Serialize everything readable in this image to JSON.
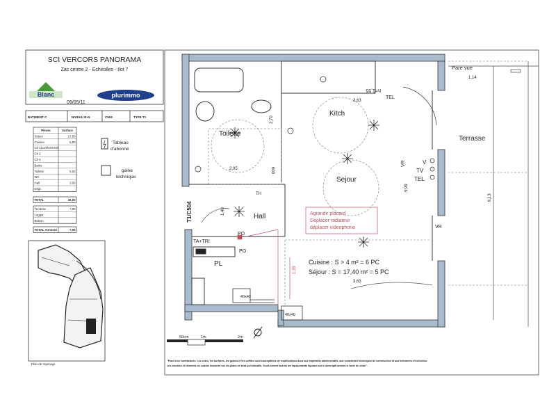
{
  "header": {
    "title": "SCI VERCORS PANORAMA",
    "subtitle": "Zac centre 2 - Echirolles - Ilot 7",
    "date": "09/05/11",
    "logo_left": "Blanc",
    "logo_right": "plurimmo"
  },
  "info_row": [
    "BATIMENT C",
    "NIVEAU R+5",
    "C504",
    "TYPE T1"
  ],
  "surface_table": {
    "headers": [
      "Pièces",
      "Surface"
    ],
    "rows": [
      [
        "Séjour",
        "17,50"
      ],
      [
        "Cuisine",
        "5,50"
      ],
      [
        "Ch 1(confinement)",
        ""
      ],
      [
        "Ch 2",
        ""
      ],
      [
        "Ch 3",
        ""
      ],
      [
        "Bains",
        ""
      ],
      [
        "Toilette",
        "5,50"
      ],
      [
        "WC",
        ""
      ],
      [
        "Hall",
        "3,50"
      ],
      [
        "Dégt.",
        ""
      ]
    ],
    "total_label": "TOTAL",
    "total_value": "32,00",
    "annex_rows": [
      [
        "Terrasse",
        "7,00"
      ],
      [
        "Loggia",
        ""
      ],
      [
        "Balcon",
        ""
      ]
    ],
    "annex_total_label": "TOTAL Annexes",
    "annex_total_value": "7,00"
  },
  "legend": {
    "tableau": [
      "Tableau",
      "d'abonné"
    ],
    "gaine": [
      "gaine",
      "technique"
    ]
  },
  "site_plan_caption": "Plan de repérage",
  "plan": {
    "rooms": {
      "toilette": "Toilette",
      "kitch": "Kitch",
      "sejour": "Sejour",
      "hall": "Hall",
      "terrasse": "Terrasse",
      "pl": "PL"
    },
    "unit_label": "T1/C504",
    "pare_vue": "Pare vue",
    "dimensions": {
      "pare_vue": "1,14",
      "kitchen_width": "3,63",
      "bottom_width": "3,63",
      "toilette_width": "2,05",
      "toilette_height": "2,70",
      "door": "600",
      "sejour_depth": "5,99",
      "terrasse_depth": "6,13",
      "hall_dim": "1,39",
      "hall_door": "1,40"
    },
    "height_note": "h=1,55",
    "outlets": {
      "tel_top": "TEL",
      "v": "V",
      "tv": "TV",
      "tel": "TEL",
      "vr": "VR",
      "po": "PO",
      "th": "TH",
      "ta": "TA+TRI"
    },
    "box_40": "40x40",
    "red_note": [
      "Agrandir placard",
      "Déplacer radiateur",
      "déplacer videophone"
    ],
    "surface_notes": [
      "Cuisine : S > 4 m² = 6 PC",
      "Séjour : S = 17,40 m² = 5 PC"
    ]
  },
  "scale": {
    "labels": [
      "50cm",
      "1m",
      "2m"
    ]
  },
  "footnotes": [
    "\"Plans non contractuels: Les côtes, les surfaces, les gaines et les soffites sont susceptibles de modifications dues aux impératifs administratifs, aux contraintes techniques de construction    et aux tolérances d'exécution.",
    "Les meubles et éléments de cuisine dessinés sur les plans ne sont qu'indicatifs. Seuls seront fournis les équipements figurant sur le descriptif annexé à l'acte de vente\"."
  ],
  "colors": {
    "wall": "#a9bccd",
    "line": "#333333",
    "red": "#c0505a",
    "logo_blue": "#1e3f8c",
    "logo_green": "#4a9a3a"
  }
}
